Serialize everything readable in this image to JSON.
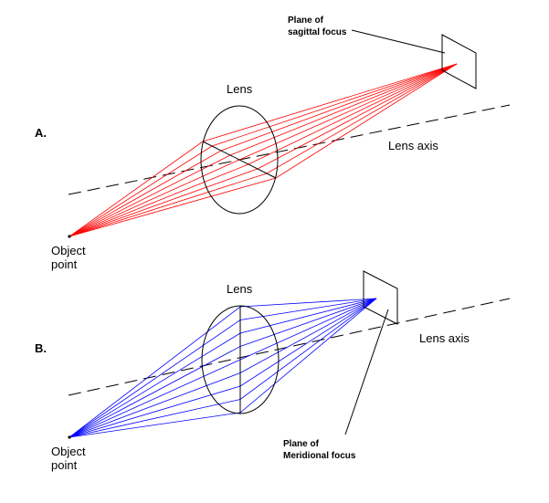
{
  "colors": {
    "stroke": "#000000",
    "rays_sagittal": "#ff0000",
    "rays_meridional": "#0000ff",
    "background": "#ffffff"
  },
  "panel_a": {
    "label": "A.",
    "lens_label": "Lens",
    "axis_label": "Lens axis",
    "object_label_line1": "Object",
    "object_label_line2": "point",
    "plane_label_line1": "Plane of",
    "plane_label_line2": "sagittal focus"
  },
  "panel_b": {
    "label": "B.",
    "lens_label": "Lens",
    "axis_label": "Lens axis",
    "object_label_line1": "Object",
    "object_label_line2": "point",
    "plane_label_line1": "Plane of",
    "plane_label_line2": "Meridional focus"
  }
}
